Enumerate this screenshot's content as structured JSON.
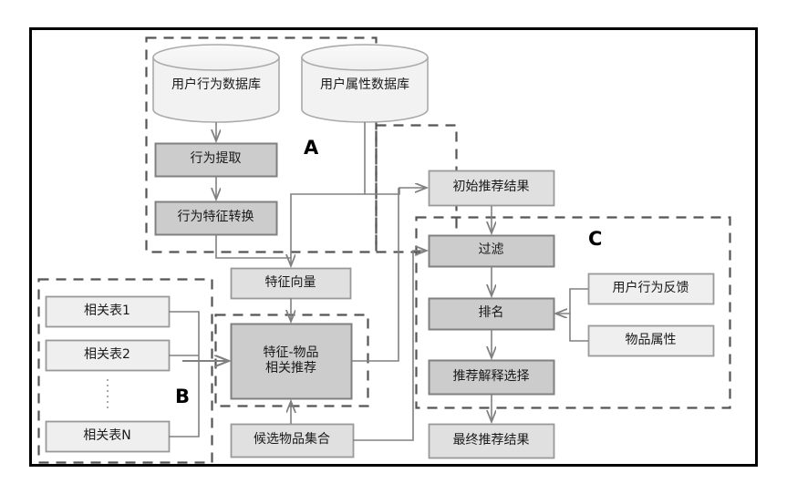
{
  "diagram": {
    "title": "Recommendation System Architecture Flowchart",
    "groups": [
      {
        "id": "A",
        "label": "A"
      },
      {
        "id": "B",
        "label": "B"
      },
      {
        "id": "C",
        "label": "C"
      }
    ],
    "nodes": {
      "user_behavior_db": {
        "label": "用户行为数据库",
        "shape": "cylinder",
        "fill": "#f2f2f2"
      },
      "user_attribute_db": {
        "label": "用户属性数据库",
        "shape": "cylinder",
        "fill": "#f2f2f2"
      },
      "behavior_extraction": {
        "label": "行为提取",
        "shape": "process",
        "fill": "#cccccc"
      },
      "behavior_feature_transform": {
        "label": "行为特征转换",
        "shape": "process",
        "fill": "#cccccc"
      },
      "feature_vector": {
        "label": "特征向量",
        "shape": "rect",
        "fill": "#e0e0e0"
      },
      "relation_table_1": {
        "label": "相关表1",
        "shape": "rect",
        "fill": "#efefef"
      },
      "relation_table_2": {
        "label": "相关表2",
        "shape": "rect",
        "fill": "#efefef"
      },
      "relation_table_n": {
        "label": "相关表N",
        "shape": "rect",
        "fill": "#efefef"
      },
      "feature_item_recommend": {
        "label": "特征-物品\n相关推荐",
        "shape": "process",
        "fill": "#cccccc"
      },
      "candidate_item_set": {
        "label": "候选物品集合",
        "shape": "rect",
        "fill": "#e0e0e0"
      },
      "initial_recommend_result": {
        "label": "初始推荐结果",
        "shape": "rect",
        "fill": "#e0e0e0"
      },
      "filter": {
        "label": "过滤",
        "shape": "process",
        "fill": "#cccccc"
      },
      "ranking": {
        "label": "排名",
        "shape": "process",
        "fill": "#cccccc"
      },
      "recommend_explanation_select": {
        "label": "推荐解释选择",
        "shape": "process",
        "fill": "#cccccc"
      },
      "final_recommend_result": {
        "label": "最终推荐结果",
        "shape": "rect",
        "fill": "#e0e0e0"
      },
      "user_behavior_feedback": {
        "label": "用户行为反馈",
        "shape": "rect",
        "fill": "#efefef"
      },
      "item_attribute": {
        "label": "物品属性",
        "shape": "rect",
        "fill": "#efefef"
      }
    },
    "colors": {
      "frame_border": "#000000",
      "dashed_group": "#555555",
      "node_border": "#999999",
      "process_border": "#808080",
      "connector": "#808080",
      "text": "#1a1a1a",
      "background": "#ffffff"
    }
  }
}
